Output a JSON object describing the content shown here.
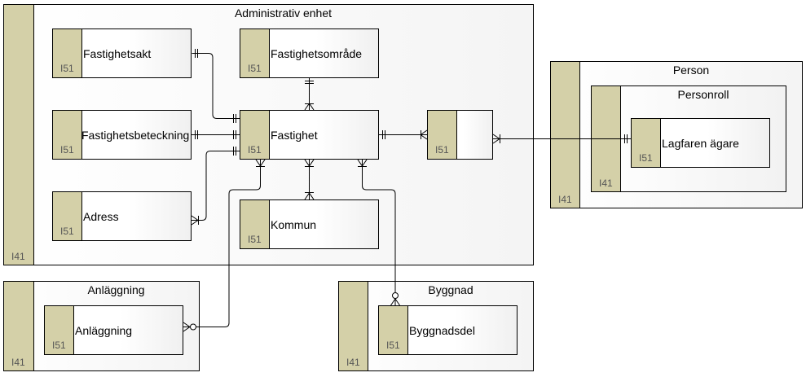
{
  "packages": {
    "administrativ": {
      "title": "Administrativ enhet",
      "stereotype": "I41"
    },
    "person": {
      "title": "Person",
      "stereotype": "I41"
    },
    "personroll": {
      "title": "Personroll",
      "stereotype": "I41"
    },
    "anlaggning_pkg": {
      "title": "Anläggning",
      "stereotype": "I41"
    },
    "byggnad_pkg": {
      "title": "Byggnad",
      "stereotype": "I41"
    }
  },
  "entities": {
    "fastighetsakt": {
      "name": "Fastighetsakt",
      "stereotype": "I51"
    },
    "fastighetsomrade": {
      "name": "Fastighetsområde",
      "stereotype": "I51"
    },
    "fastighetsbeteckning": {
      "name": "Fastighetsbeteckning",
      "stereotype": "I51"
    },
    "fastighet": {
      "name": "Fastighet",
      "stereotype": "I51"
    },
    "unnamed": {
      "name": "",
      "stereotype": "I51"
    },
    "adress": {
      "name": "Adress",
      "stereotype": "I51"
    },
    "kommun": {
      "name": "Kommun",
      "stereotype": "I51"
    },
    "lagfaren_agare": {
      "name": "Lagfaren ägare",
      "stereotype": "I51"
    },
    "anlaggning": {
      "name": "Anläggning",
      "stereotype": "I51"
    },
    "byggnadsdel": {
      "name": "Byggnadsdel",
      "stereotype": "I51"
    }
  },
  "colors": {
    "stereotype_strip": "#d4d0a8",
    "line": "#000000"
  }
}
